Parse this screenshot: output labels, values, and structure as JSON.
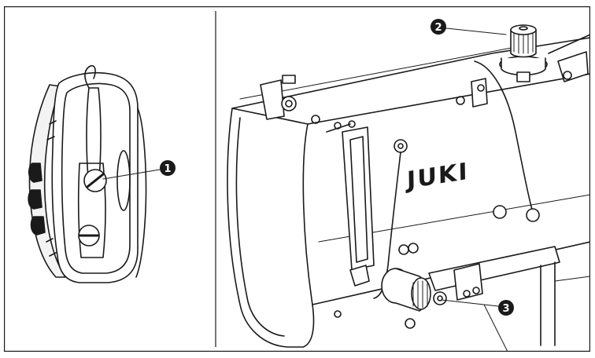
{
  "figure": {
    "brand": "JUKI",
    "callouts": [
      {
        "number": "1",
        "glyph": "➊",
        "target": "bobbin-case-tension-screw"
      },
      {
        "number": "2",
        "glyph": "➋",
        "target": "thread-tension-post-nut"
      },
      {
        "number": "3",
        "glyph": "➌",
        "target": "tension-adjust-nut"
      }
    ]
  },
  "colors": {
    "line": "#1a1a1a",
    "background": "#ffffff"
  }
}
